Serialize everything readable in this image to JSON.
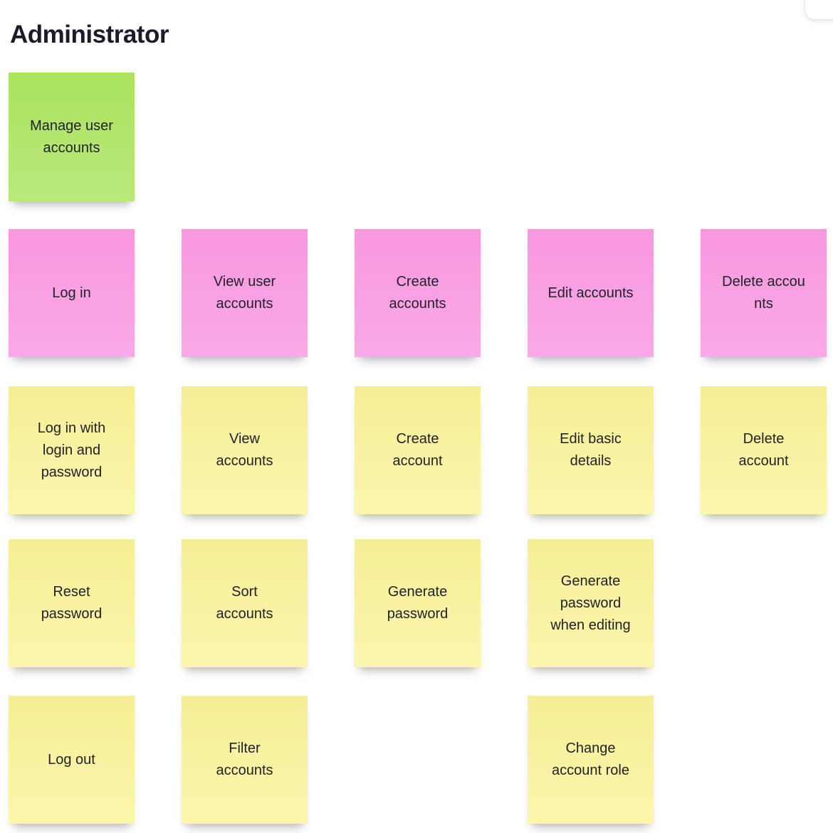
{
  "page": {
    "title": "Administrator"
  },
  "board": {
    "background_color": "#ffffff",
    "title_color": "#1b1b2b",
    "note_text_color": "#222226",
    "note_colors": {
      "green_top": "#abe35e",
      "green_bottom": "#bae87c",
      "pink_top": "#f897e0",
      "pink_bottom": "#fba9e7",
      "yellow_top": "#f6ee96",
      "yellow_bottom": "#fcf6ad"
    },
    "notes": [
      {
        "label": "Manage user\naccounts",
        "color": "green",
        "col": 1,
        "row": 1
      },
      {
        "label": "Log in",
        "color": "pink",
        "col": 1,
        "row": 2
      },
      {
        "label": "View user\naccounts",
        "color": "pink",
        "col": 2,
        "row": 2
      },
      {
        "label": "Create\naccounts",
        "color": "pink",
        "col": 3,
        "row": 2
      },
      {
        "label": "Edit accounts",
        "color": "pink",
        "col": 4,
        "row": 2
      },
      {
        "label": "Delete accou\nnts",
        "color": "pink",
        "col": 5,
        "row": 2
      },
      {
        "label": "Log in with\nlogin and\npassword",
        "color": "yellow",
        "col": 1,
        "row": 3
      },
      {
        "label": "View\naccounts",
        "color": "yellow",
        "col": 2,
        "row": 3
      },
      {
        "label": "Create\naccount",
        "color": "yellow",
        "col": 3,
        "row": 3
      },
      {
        "label": "Edit basic\ndetails",
        "color": "yellow",
        "col": 4,
        "row": 3
      },
      {
        "label": "Delete\naccount",
        "color": "yellow",
        "col": 5,
        "row": 3
      },
      {
        "label": "Reset\npassword",
        "color": "yellow",
        "col": 1,
        "row": 4
      },
      {
        "label": "Sort\naccounts",
        "color": "yellow",
        "col": 2,
        "row": 4
      },
      {
        "label": "Generate\npassword",
        "color": "yellow",
        "col": 3,
        "row": 4
      },
      {
        "label": "Generate\npassword\nwhen editing",
        "color": "yellow",
        "col": 4,
        "row": 4
      },
      {
        "label": "Log out",
        "color": "yellow",
        "col": 1,
        "row": 5
      },
      {
        "label": "Filter\naccounts",
        "color": "yellow",
        "col": 2,
        "row": 5
      },
      {
        "label": "Change\naccount role",
        "color": "yellow",
        "col": 4,
        "row": 5
      }
    ]
  }
}
